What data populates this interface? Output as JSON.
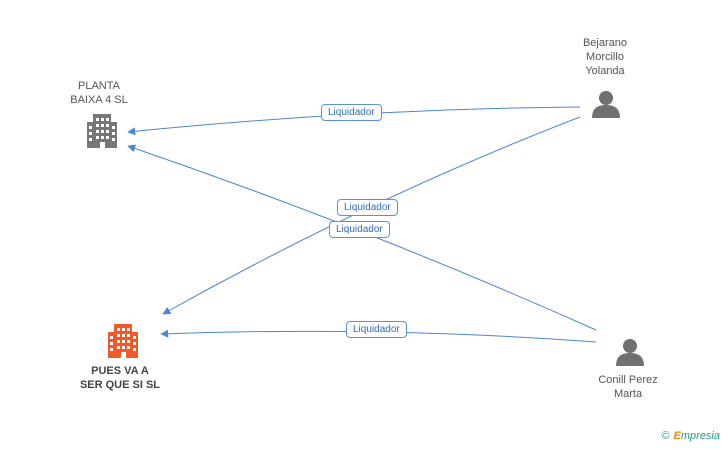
{
  "nodes": {
    "planta": {
      "name": "PLANTA\nBAIXA 4 SL",
      "icon": "building-icon",
      "color": "#777777"
    },
    "pues": {
      "name": "PUES VA A\nSER QUE SI SL",
      "icon": "building-icon",
      "color": "#ef5a2a"
    },
    "bejarano": {
      "name": "Bejarano\nMorcillo\nYolanda",
      "icon": "person-icon",
      "color": "#707070"
    },
    "conill": {
      "name": "Conill Perez\nMarta",
      "icon": "person-icon",
      "color": "#707070"
    }
  },
  "edges": [
    {
      "from": "bejarano",
      "to": "planta",
      "label": "Liquidador"
    },
    {
      "from": "bejarano",
      "to": "pues",
      "label": "Liquidador"
    },
    {
      "from": "conill",
      "to": "planta",
      "label": "Liquidador"
    },
    {
      "from": "conill",
      "to": "pues",
      "label": "Liquidador"
    }
  ],
  "edge_color": "#4a86d1",
  "footer": {
    "copyright": "©",
    "brand_initial": "E",
    "brand_rest": "mpresia"
  }
}
